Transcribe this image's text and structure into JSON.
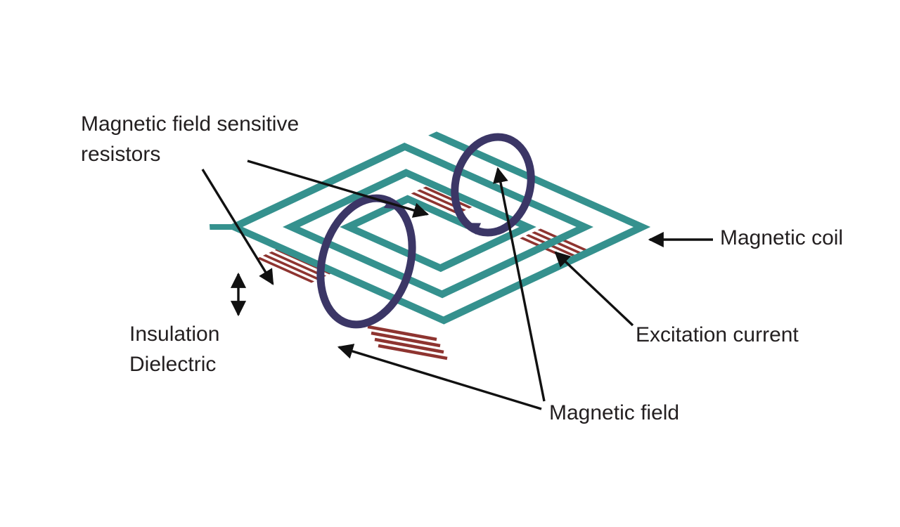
{
  "figure": {
    "type": "diagram",
    "labels": {
      "resistors_line1": "Magnetic field sensitive",
      "resistors_line2": "resistors",
      "magnetic_coil": "Magnetic coil",
      "excitation_current": "Excitation current",
      "insulation_line1": "Insulation",
      "insulation_line2": "Dielectric",
      "magnetic_field": "Magnetic field"
    },
    "colors": {
      "coil": "#35918E",
      "resistor": "#8E3430",
      "field_loop": "#3B3666",
      "arrow": "#111111",
      "text": "#231F20",
      "background": "#FFFFFF"
    }
  }
}
